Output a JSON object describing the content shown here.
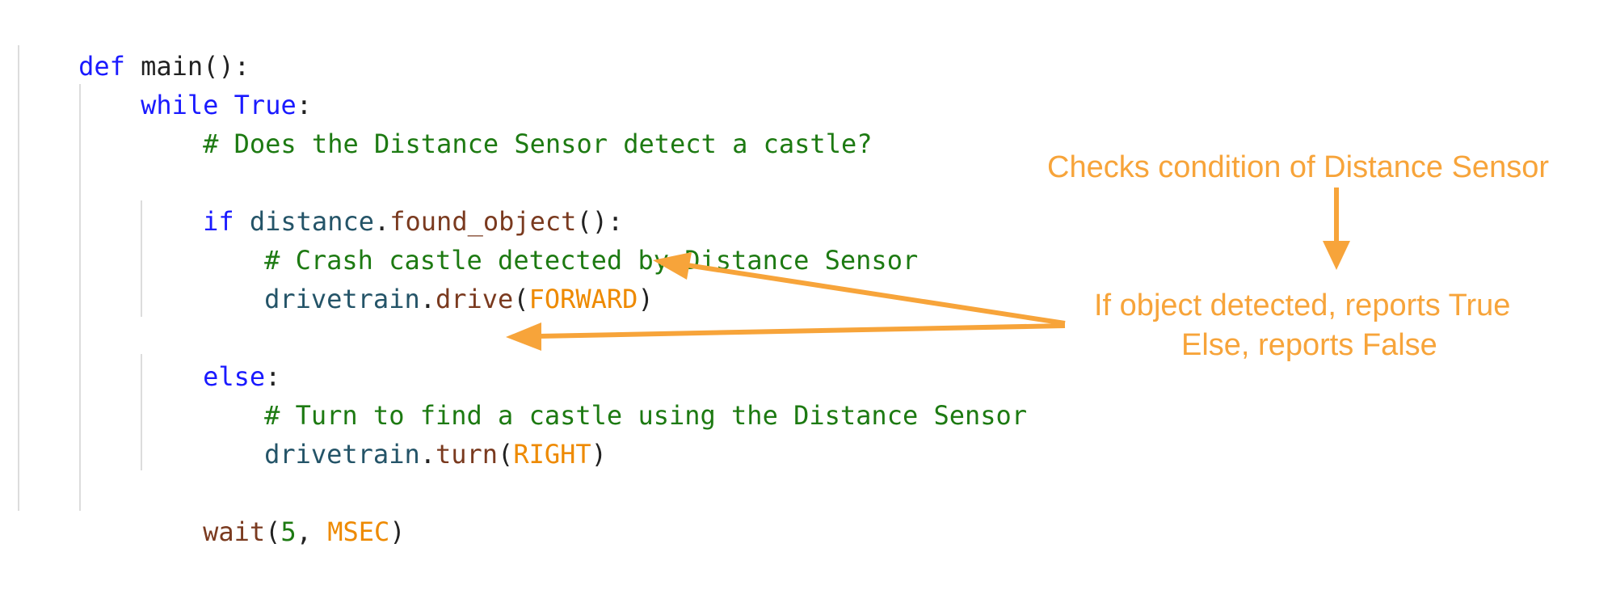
{
  "code": {
    "line1": {
      "kw": "def",
      "name": " main",
      "rest": "():"
    },
    "line2": {
      "kw": "while",
      "val": " True",
      "colon": ":"
    },
    "line3": {
      "comment": "# Does the Distance Sensor detect a castle?"
    },
    "line4": {
      "kw": "if",
      "obj": " distance",
      "dot": ".",
      "fn": "found_object",
      "rest": "():"
    },
    "line5": {
      "comment": "# Crash castle detected by Distance Sensor"
    },
    "line6": {
      "obj": "drivetrain",
      "dot": ".",
      "fn": "drive",
      "open": "(",
      "arg": "FORWARD",
      "close": ")"
    },
    "line7": {
      "kw": "else",
      "colon": ":"
    },
    "line8": {
      "comment": "# Turn to find a castle using the Distance Sensor"
    },
    "line9": {
      "obj": "drivetrain",
      "dot": ".",
      "fn": "turn",
      "open": "(",
      "arg": "RIGHT",
      "close": ")"
    },
    "line10": {
      "fn": "wait",
      "open": "(",
      "num": "5",
      "sep": ", ",
      "arg": "MSEC",
      "close": ")"
    }
  },
  "annotations": {
    "checks": "Checks condition of Distance Sensor",
    "reports_line1": "If object detected, reports True",
    "reports_line2": "Else, reports False"
  },
  "colors": {
    "keyword": "#1a1aff",
    "comment": "#1d7a12",
    "function": "#7a3a1f",
    "object": "#245468",
    "constant": "#ee8a00",
    "annotation": "#f7a43a"
  }
}
